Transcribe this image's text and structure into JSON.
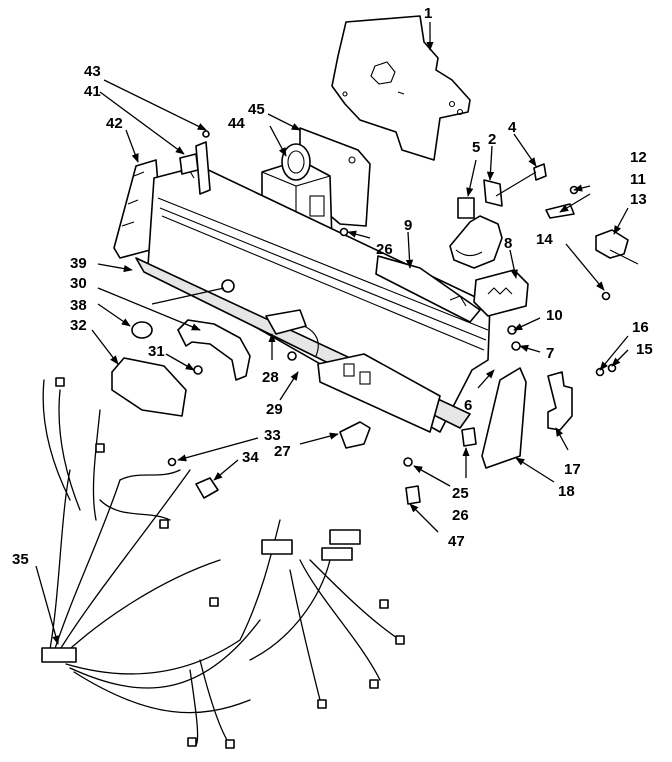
{
  "callouts": {
    "c1": "1",
    "c2": "2",
    "c4": "4",
    "c5": "5",
    "c6": "6",
    "c7": "7",
    "c8": "8",
    "c9": "9",
    "c10": "10",
    "c11": "11",
    "c12": "12",
    "c13": "13",
    "c14": "14",
    "c15": "15",
    "c16": "16",
    "c17": "17",
    "c18": "18",
    "c25": "25",
    "c26a": "26",
    "c26b": "26",
    "c27": "27",
    "c28": "28",
    "c29": "29",
    "c30": "30",
    "c31": "31",
    "c32": "32",
    "c33": "33",
    "c34": "34",
    "c35": "35",
    "c38": "38",
    "c39": "39",
    "c41": "41",
    "c42": "42",
    "c43": "43",
    "c44": "44",
    "c45": "45",
    "c47": "47"
  }
}
